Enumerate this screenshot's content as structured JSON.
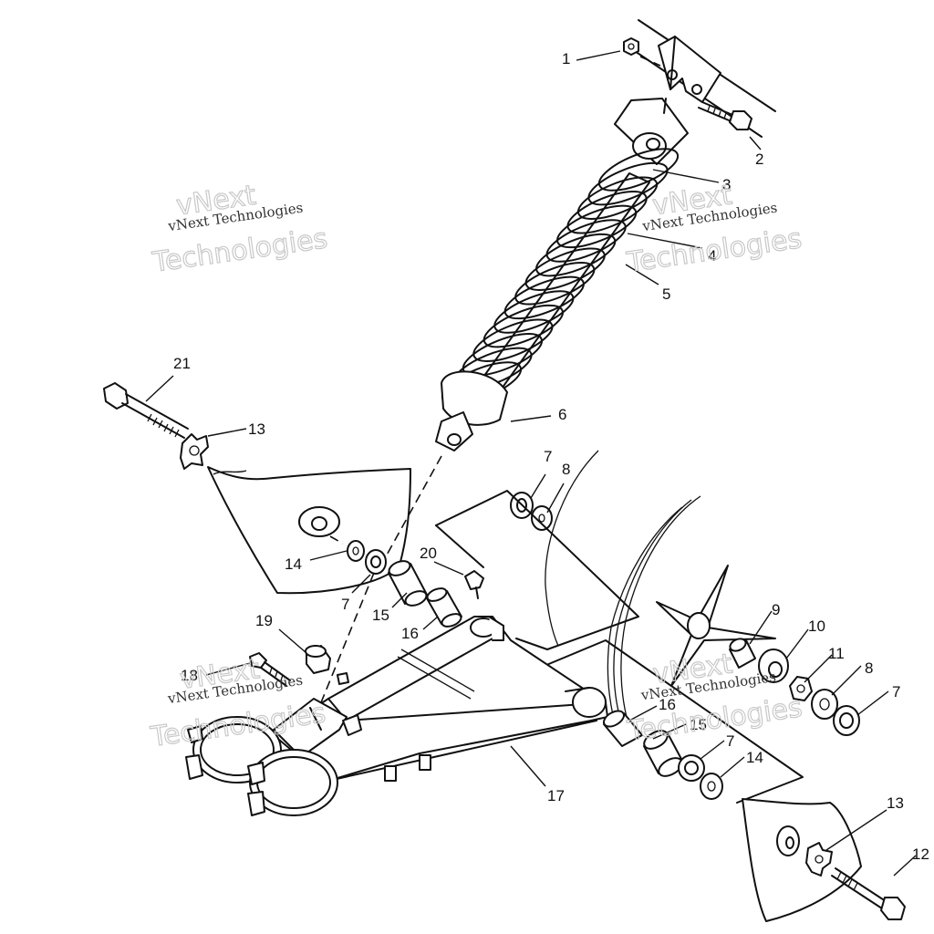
{
  "watermarks": [
    {
      "small": "vNext Technologies",
      "big1": "vNext",
      "big2": "Technologies"
    },
    {
      "small": "vNext Technologies",
      "big1": "vNext",
      "big2": "Technologies"
    },
    {
      "small": "vNext Technologies",
      "big1": "vNext",
      "big2": "Technologies"
    }
  ],
  "callouts": [
    {
      "id": "c1",
      "text": "1"
    },
    {
      "id": "c2",
      "text": "2"
    },
    {
      "id": "c3",
      "text": "3"
    },
    {
      "id": "c4",
      "text": "4"
    },
    {
      "id": "c5",
      "text": "5"
    },
    {
      "id": "c6",
      "text": "6"
    },
    {
      "id": "c7a",
      "text": "7"
    },
    {
      "id": "c8a",
      "text": "8"
    },
    {
      "id": "c20",
      "text": "20"
    },
    {
      "id": "c21",
      "text": "21"
    },
    {
      "id": "c13a",
      "text": "13"
    },
    {
      "id": "c14a",
      "text": "14"
    },
    {
      "id": "c7b",
      "text": "7"
    },
    {
      "id": "c15a",
      "text": "15"
    },
    {
      "id": "c16a",
      "text": "16"
    },
    {
      "id": "c19",
      "text": "19"
    },
    {
      "id": "c18",
      "text": "18"
    },
    {
      "id": "c9",
      "text": "9"
    },
    {
      "id": "c10",
      "text": "10"
    },
    {
      "id": "c11",
      "text": "11"
    },
    {
      "id": "c8b",
      "text": "8"
    },
    {
      "id": "c7c",
      "text": "7"
    },
    {
      "id": "c16b",
      "text": "16"
    },
    {
      "id": "c15b",
      "text": "15"
    },
    {
      "id": "c7d",
      "text": "7"
    },
    {
      "id": "c14b",
      "text": "14"
    },
    {
      "id": "c17",
      "text": "17"
    },
    {
      "id": "c13b",
      "text": "13"
    },
    {
      "id": "c12",
      "text": "12"
    }
  ]
}
